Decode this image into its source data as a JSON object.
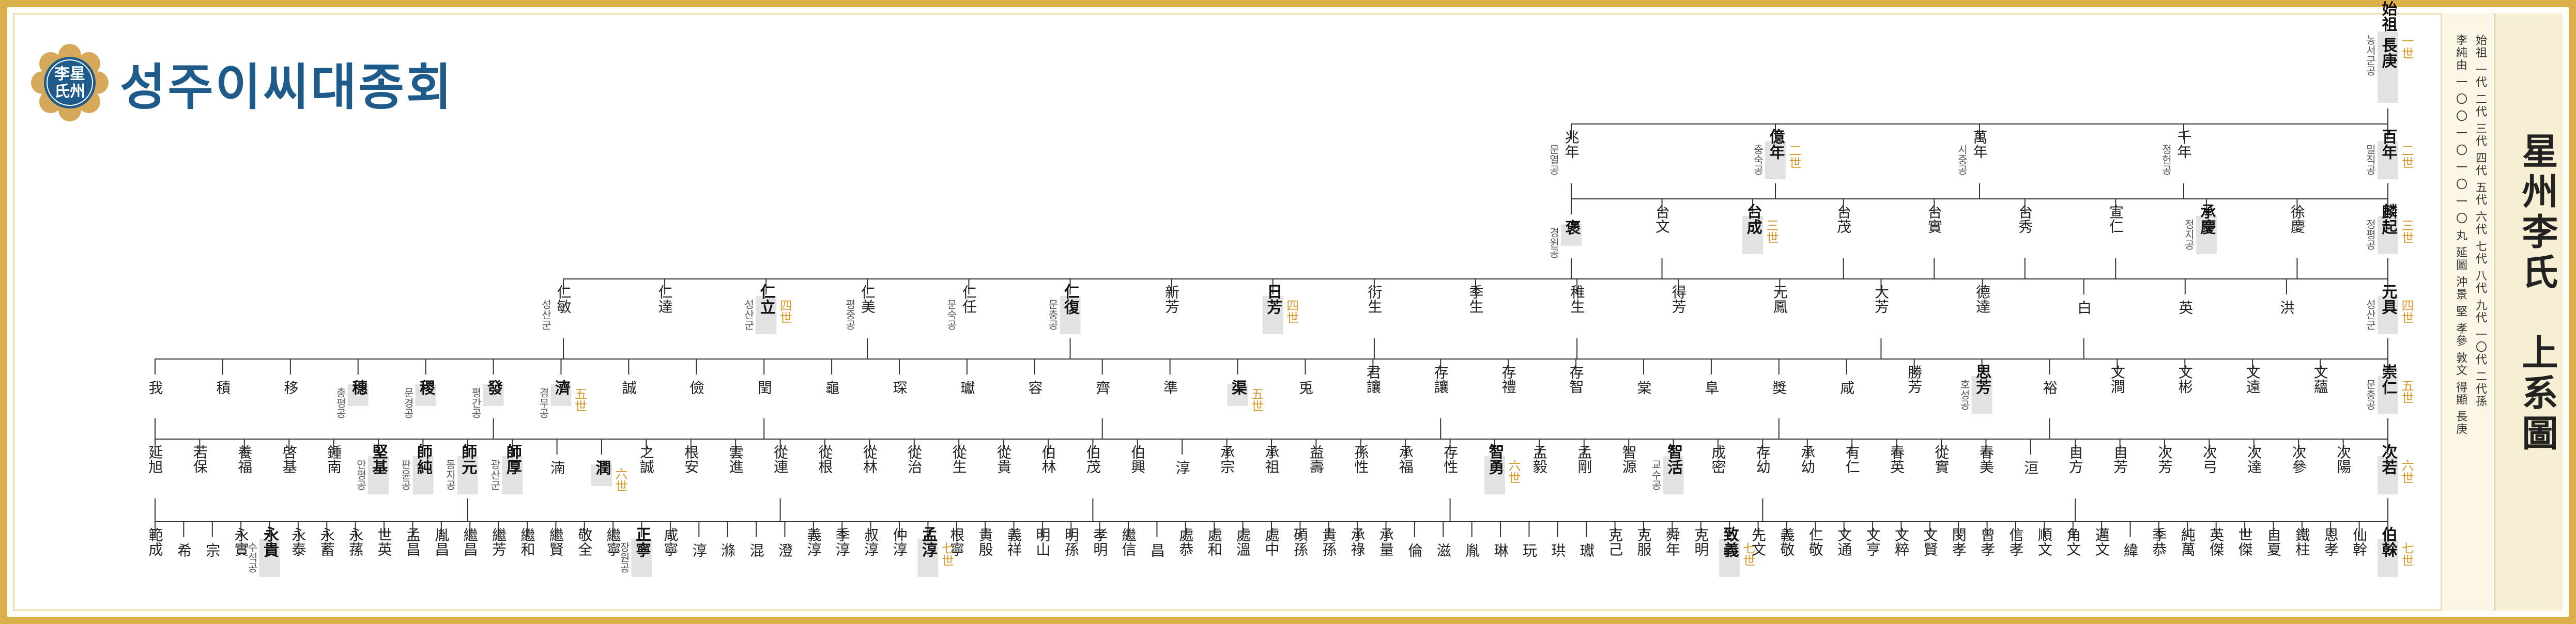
{
  "logo": {
    "text": "성주이씨대종회",
    "seal": [
      "李星",
      "氏州"
    ]
  },
  "title": "星州李氏　上系圖",
  "gen_table": {
    "cols": [
      [
        "始祖",
        "一代",
        "二代",
        "三代",
        "四代",
        "五代",
        "六代",
        "七代",
        "八代",
        "九代",
        "一〇代",
        "二代孫"
      ],
      [
        "李純由",
        "一",
        "〇",
        "〇",
        "一",
        "〇",
        "一",
        "〇",
        "一",
        "〇",
        "丸",
        "延圖",
        "沖景",
        "堅",
        "孝參",
        "敦文",
        "得顯",
        "長庚"
      ]
    ]
  },
  "tree": {
    "top": {
      "name": "始祖 長庚",
      "gen": "一世",
      "honor": "농서군공"
    },
    "gen2": [
      {
        "name": "兆年",
        "honor": "문열공"
      },
      {
        "name": "億年",
        "gen": "二世",
        "honor": "충숙공"
      },
      {
        "name": "萬年",
        "honor": "시중공"
      },
      {
        "name": "千年",
        "honor": "정헌공"
      },
      {
        "name": "百年",
        "gen": "二世",
        "honor": "밀직공"
      }
    ],
    "gen3": [
      {
        "name": "褒",
        "honor": "경원공"
      },
      {
        "name": "台文"
      },
      {
        "name": "台成",
        "gen": "三世"
      },
      {
        "name": "台茂"
      },
      {
        "name": "台實"
      },
      {
        "name": "台秀"
      },
      {
        "name": "宣仁"
      },
      {
        "name": "承慶",
        "honor": "정지공"
      },
      {
        "name": "徐慶"
      },
      {
        "name": "麟起",
        "gen": "三世",
        "honor": "정평공"
      }
    ],
    "gen4": [
      {
        "name": "仁敏",
        "honor": "성산군"
      },
      {
        "name": "仁達"
      },
      {
        "name": "仁立",
        "gen": "四世",
        "honor": "성산군"
      },
      {
        "name": "仁美",
        "honor": "평중공"
      },
      {
        "name": "仁任",
        "honor": "문숙공"
      },
      {
        "name": "仁復",
        "honor": "문충공"
      },
      {
        "name": "新芳"
      },
      {
        "name": "日芳",
        "gen": "四世"
      },
      {
        "name": "衍生"
      },
      {
        "name": "季生"
      },
      {
        "name": "稚生"
      },
      {
        "name": "得芳"
      },
      {
        "name": "元鳳"
      },
      {
        "name": "大芳"
      },
      {
        "name": "德達"
      },
      {
        "name": "白"
      },
      {
        "name": "英"
      },
      {
        "name": "洪"
      },
      {
        "name": "元具",
        "gen": "四世",
        "honor": "성산군"
      }
    ],
    "gen5": [
      {
        "name": "我"
      },
      {
        "name": "積"
      },
      {
        "name": "移"
      },
      {
        "name": "穗",
        "honor": "충평공"
      },
      {
        "name": "稷",
        "honor": "문경공"
      },
      {
        "name": "發",
        "honor": "평간공"
      },
      {
        "name": "濟",
        "gen": "五世",
        "honor": "경무공"
      },
      {
        "name": "誠"
      },
      {
        "name": "儉"
      },
      {
        "name": "閏"
      },
      {
        "name": "龜"
      },
      {
        "name": "琛"
      },
      {
        "name": "瓛"
      },
      {
        "name": "容"
      },
      {
        "name": "齊"
      },
      {
        "name": "準"
      },
      {
        "name": "渠",
        "gen": "五世"
      },
      {
        "name": "兎"
      },
      {
        "name": "君讓"
      },
      {
        "name": "存讓"
      },
      {
        "name": "存禮"
      },
      {
        "name": "存智"
      },
      {
        "name": "棠"
      },
      {
        "name": "阜"
      },
      {
        "name": "獎"
      },
      {
        "name": "咸"
      },
      {
        "name": "勝芳"
      },
      {
        "name": "思芳",
        "honor": "호성공"
      },
      {
        "name": "裕"
      },
      {
        "name": "文澗"
      },
      {
        "name": "文彬"
      },
      {
        "name": "文遠"
      },
      {
        "name": "文蘊"
      },
      {
        "name": "崇仁",
        "gen": "五世",
        "honor": "문충공"
      }
    ],
    "gen6": [
      {
        "name": "延旭"
      },
      {
        "name": "若保"
      },
      {
        "name": "養福"
      },
      {
        "name": "啓基"
      },
      {
        "name": "鍾南"
      },
      {
        "name": "堅基",
        "honor": "안평공"
      },
      {
        "name": "師純",
        "honor": "판윤공"
      },
      {
        "name": "師元",
        "honor": "동지공"
      },
      {
        "name": "師厚",
        "honor": "광산군"
      },
      {
        "name": "湳"
      },
      {
        "name": "潤",
        "gen": "六世"
      },
      {
        "name": "之誠"
      },
      {
        "name": "根安"
      },
      {
        "name": "雲進"
      },
      {
        "name": "從連"
      },
      {
        "name": "從根"
      },
      {
        "name": "從林"
      },
      {
        "name": "從治"
      },
      {
        "name": "從生"
      },
      {
        "name": "從貴"
      },
      {
        "name": "伯林"
      },
      {
        "name": "伯茂"
      },
      {
        "name": "伯興"
      },
      {
        "name": "淳"
      },
      {
        "name": "承宗"
      },
      {
        "name": "承祖"
      },
      {
        "name": "益壽"
      },
      {
        "name": "孫性"
      },
      {
        "name": "承福"
      },
      {
        "name": "存性"
      },
      {
        "name": "智勇",
        "gen": "六世"
      },
      {
        "name": "孟毅"
      },
      {
        "name": "孟剛"
      },
      {
        "name": "智源"
      },
      {
        "name": "智活",
        "honor": "교수공"
      },
      {
        "name": "成密"
      },
      {
        "name": "存幼"
      },
      {
        "name": "承幼"
      },
      {
        "name": "有仁"
      },
      {
        "name": "春英"
      },
      {
        "name": "從實"
      },
      {
        "name": "春美"
      },
      {
        "name": "洹"
      },
      {
        "name": "自方"
      },
      {
        "name": "自芳"
      },
      {
        "name": "次芳"
      },
      {
        "name": "次弓"
      },
      {
        "name": "次達"
      },
      {
        "name": "次參"
      },
      {
        "name": "次陽"
      },
      {
        "name": "次若",
        "gen": "六世"
      }
    ],
    "gen7": [
      {
        "name": "範成"
      },
      {
        "name": "希"
      },
      {
        "name": "宗"
      },
      {
        "name": "永實"
      },
      {
        "name": "永貴",
        "honor": "수석공"
      },
      {
        "name": "永泰"
      },
      {
        "name": "永蓄"
      },
      {
        "name": "永蓀"
      },
      {
        "name": "世英"
      },
      {
        "name": "孟昌"
      },
      {
        "name": "胤昌"
      },
      {
        "name": "繼昌"
      },
      {
        "name": "繼芳"
      },
      {
        "name": "繼和"
      },
      {
        "name": "繼賢"
      },
      {
        "name": "敬全"
      },
      {
        "name": "繼寧"
      },
      {
        "name": "正寧",
        "honor": "장원공"
      },
      {
        "name": "咸寧"
      },
      {
        "name": "淳"
      },
      {
        "name": "滌"
      },
      {
        "name": "混"
      },
      {
        "name": "澄"
      },
      {
        "name": "義淳"
      },
      {
        "name": "季淳"
      },
      {
        "name": "叔淳"
      },
      {
        "name": "仲淳"
      },
      {
        "name": "孟淳",
        "gen": "七世"
      },
      {
        "name": "根寧"
      },
      {
        "name": "貴殷"
      },
      {
        "name": "義祥"
      },
      {
        "name": "明山"
      },
      {
        "name": "明孫"
      },
      {
        "name": "孝明"
      },
      {
        "name": "繼信"
      },
      {
        "name": "昌"
      },
      {
        "name": "處恭"
      },
      {
        "name": "處和"
      },
      {
        "name": "處溫"
      },
      {
        "name": "處中"
      },
      {
        "name": "碩孫"
      },
      {
        "name": "貴孫"
      },
      {
        "name": "承祿"
      },
      {
        "name": "承量"
      },
      {
        "name": "倫"
      },
      {
        "name": "滋"
      },
      {
        "name": "胤"
      },
      {
        "name": "琳"
      },
      {
        "name": "玩"
      },
      {
        "name": "珙"
      },
      {
        "name": "瓛"
      },
      {
        "name": "克己"
      },
      {
        "name": "克服"
      },
      {
        "name": "舜年"
      },
      {
        "name": "克明"
      },
      {
        "name": "致義",
        "gen": "七世"
      },
      {
        "name": "先文"
      },
      {
        "name": "義敬"
      },
      {
        "name": "仁敬"
      },
      {
        "name": "文通"
      },
      {
        "name": "文亨"
      },
      {
        "name": "文粹"
      },
      {
        "name": "文賢"
      },
      {
        "name": "閔孝"
      },
      {
        "name": "曾孝"
      },
      {
        "name": "信孝"
      },
      {
        "name": "順文"
      },
      {
        "name": "角文"
      },
      {
        "name": "邁文"
      },
      {
        "name": "緯"
      },
      {
        "name": "季恭"
      },
      {
        "name": "純萬"
      },
      {
        "name": "英傑"
      },
      {
        "name": "世傑"
      },
      {
        "name": "自夏"
      },
      {
        "name": "鐵柱"
      },
      {
        "name": "恩孝"
      },
      {
        "name": "仙幹"
      },
      {
        "name": "伯榦",
        "gen": "七世"
      }
    ]
  }
}
